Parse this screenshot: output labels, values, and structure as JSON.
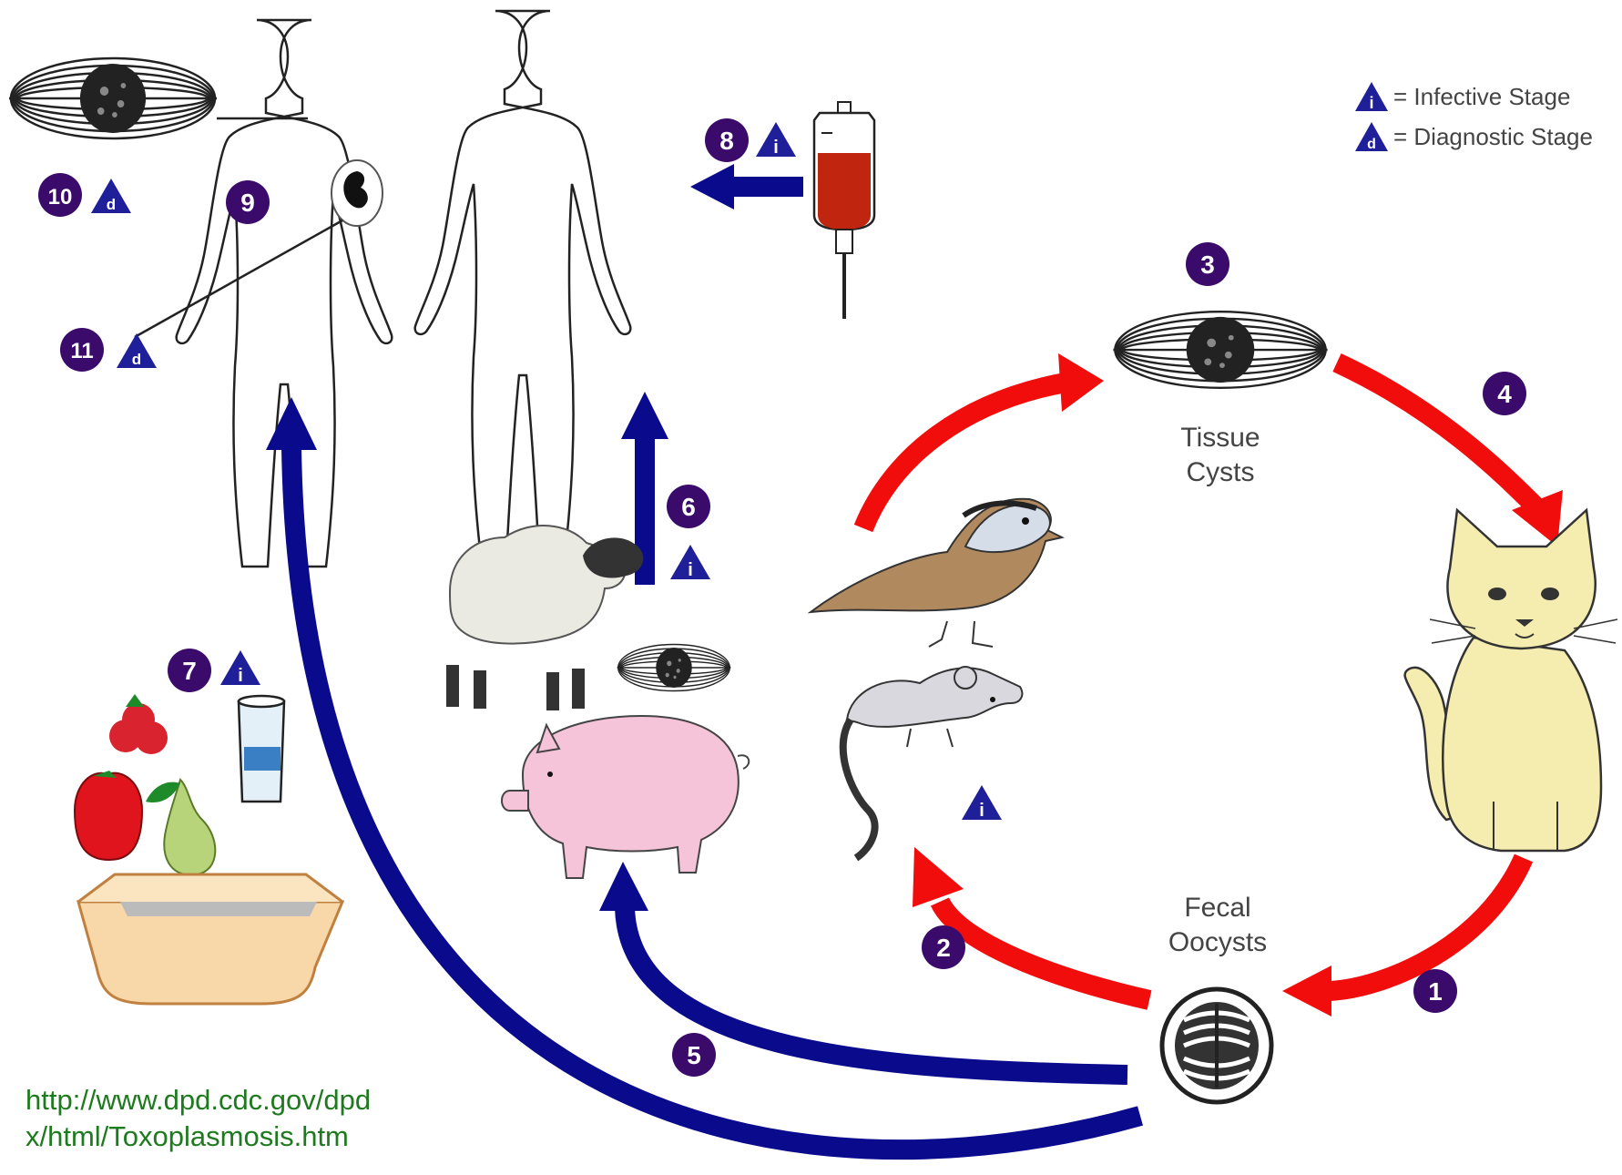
{
  "legend": {
    "infective": {
      "symbol": "i",
      "text": "= Infective Stage"
    },
    "diagnostic": {
      "symbol": "d",
      "text": "= Diagnostic Stage"
    }
  },
  "labels": {
    "tissue_cysts": [
      "Tissue",
      "Cysts"
    ],
    "fecal_oocysts": [
      "Fecal",
      "Oocysts"
    ]
  },
  "steps": [
    "1",
    "2",
    "3",
    "4",
    "5",
    "6",
    "7",
    "8",
    "9",
    "10",
    "11"
  ],
  "stage_markers": {
    "infective": "i",
    "diagnostic": "d"
  },
  "source_url": [
    "http://www.dpd.cdc.gov/dpd",
    "x/html/Toxoplasmosis.htm"
  ],
  "colors": {
    "red_arrow": "#f20d0d",
    "blue_arrow": "#0a0a8c",
    "step_circle": "#3a0b6b",
    "marker_triangle": "#1f1f9a",
    "url_text": "#1e7a1e",
    "blood": "#c0260f",
    "pig": "#f5c4d8",
    "cat": "#f5ecb0"
  },
  "icons": [
    "human-figure",
    "iv-bag",
    "tissue-cyst",
    "oocyst",
    "cat",
    "bird",
    "mouse",
    "sheep",
    "pig",
    "fruits",
    "water-glass",
    "litter-box",
    "fetus"
  ]
}
